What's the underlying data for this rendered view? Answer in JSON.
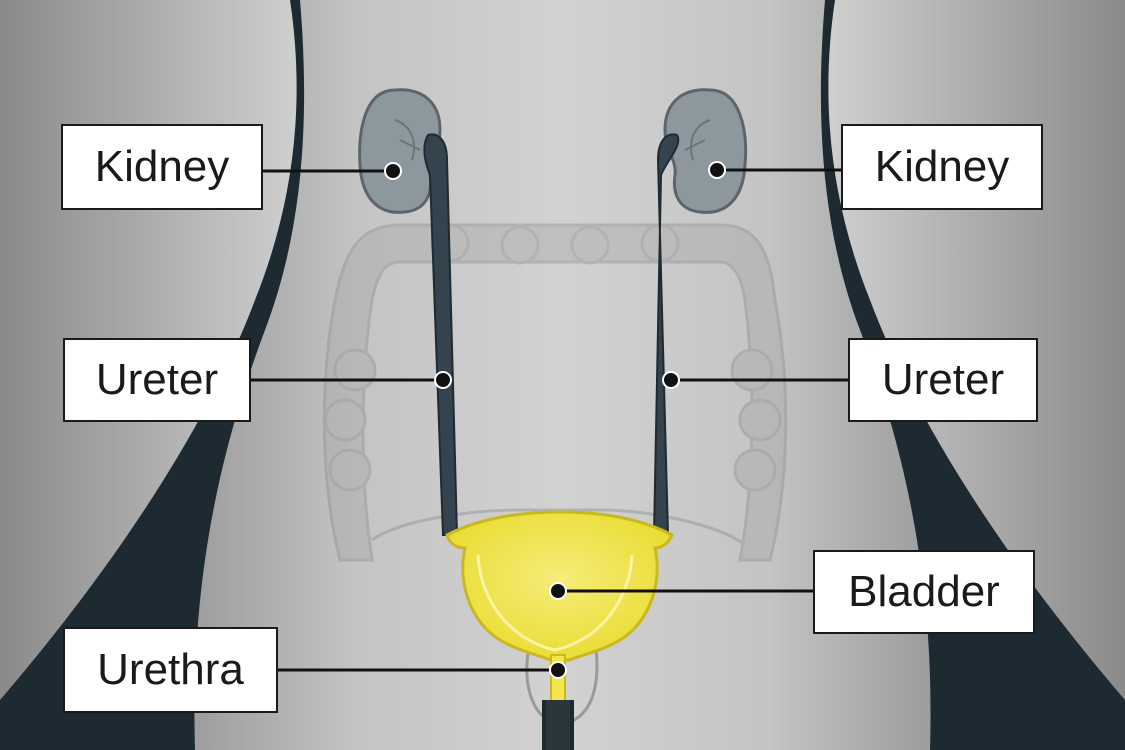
{
  "labels": {
    "kidney_left": "Kidney",
    "kidney_right": "Kidney",
    "ureter_left": "Ureter",
    "ureter_right": "Ureter",
    "bladder": "Bladder",
    "urethra": "Urethra"
  },
  "colors": {
    "background": "#1e2a32",
    "body": "#c9c9c9",
    "kidney": "#8d979e",
    "ureter": "#34434d",
    "bladder": "#f2e64a",
    "leader": "#111111"
  }
}
